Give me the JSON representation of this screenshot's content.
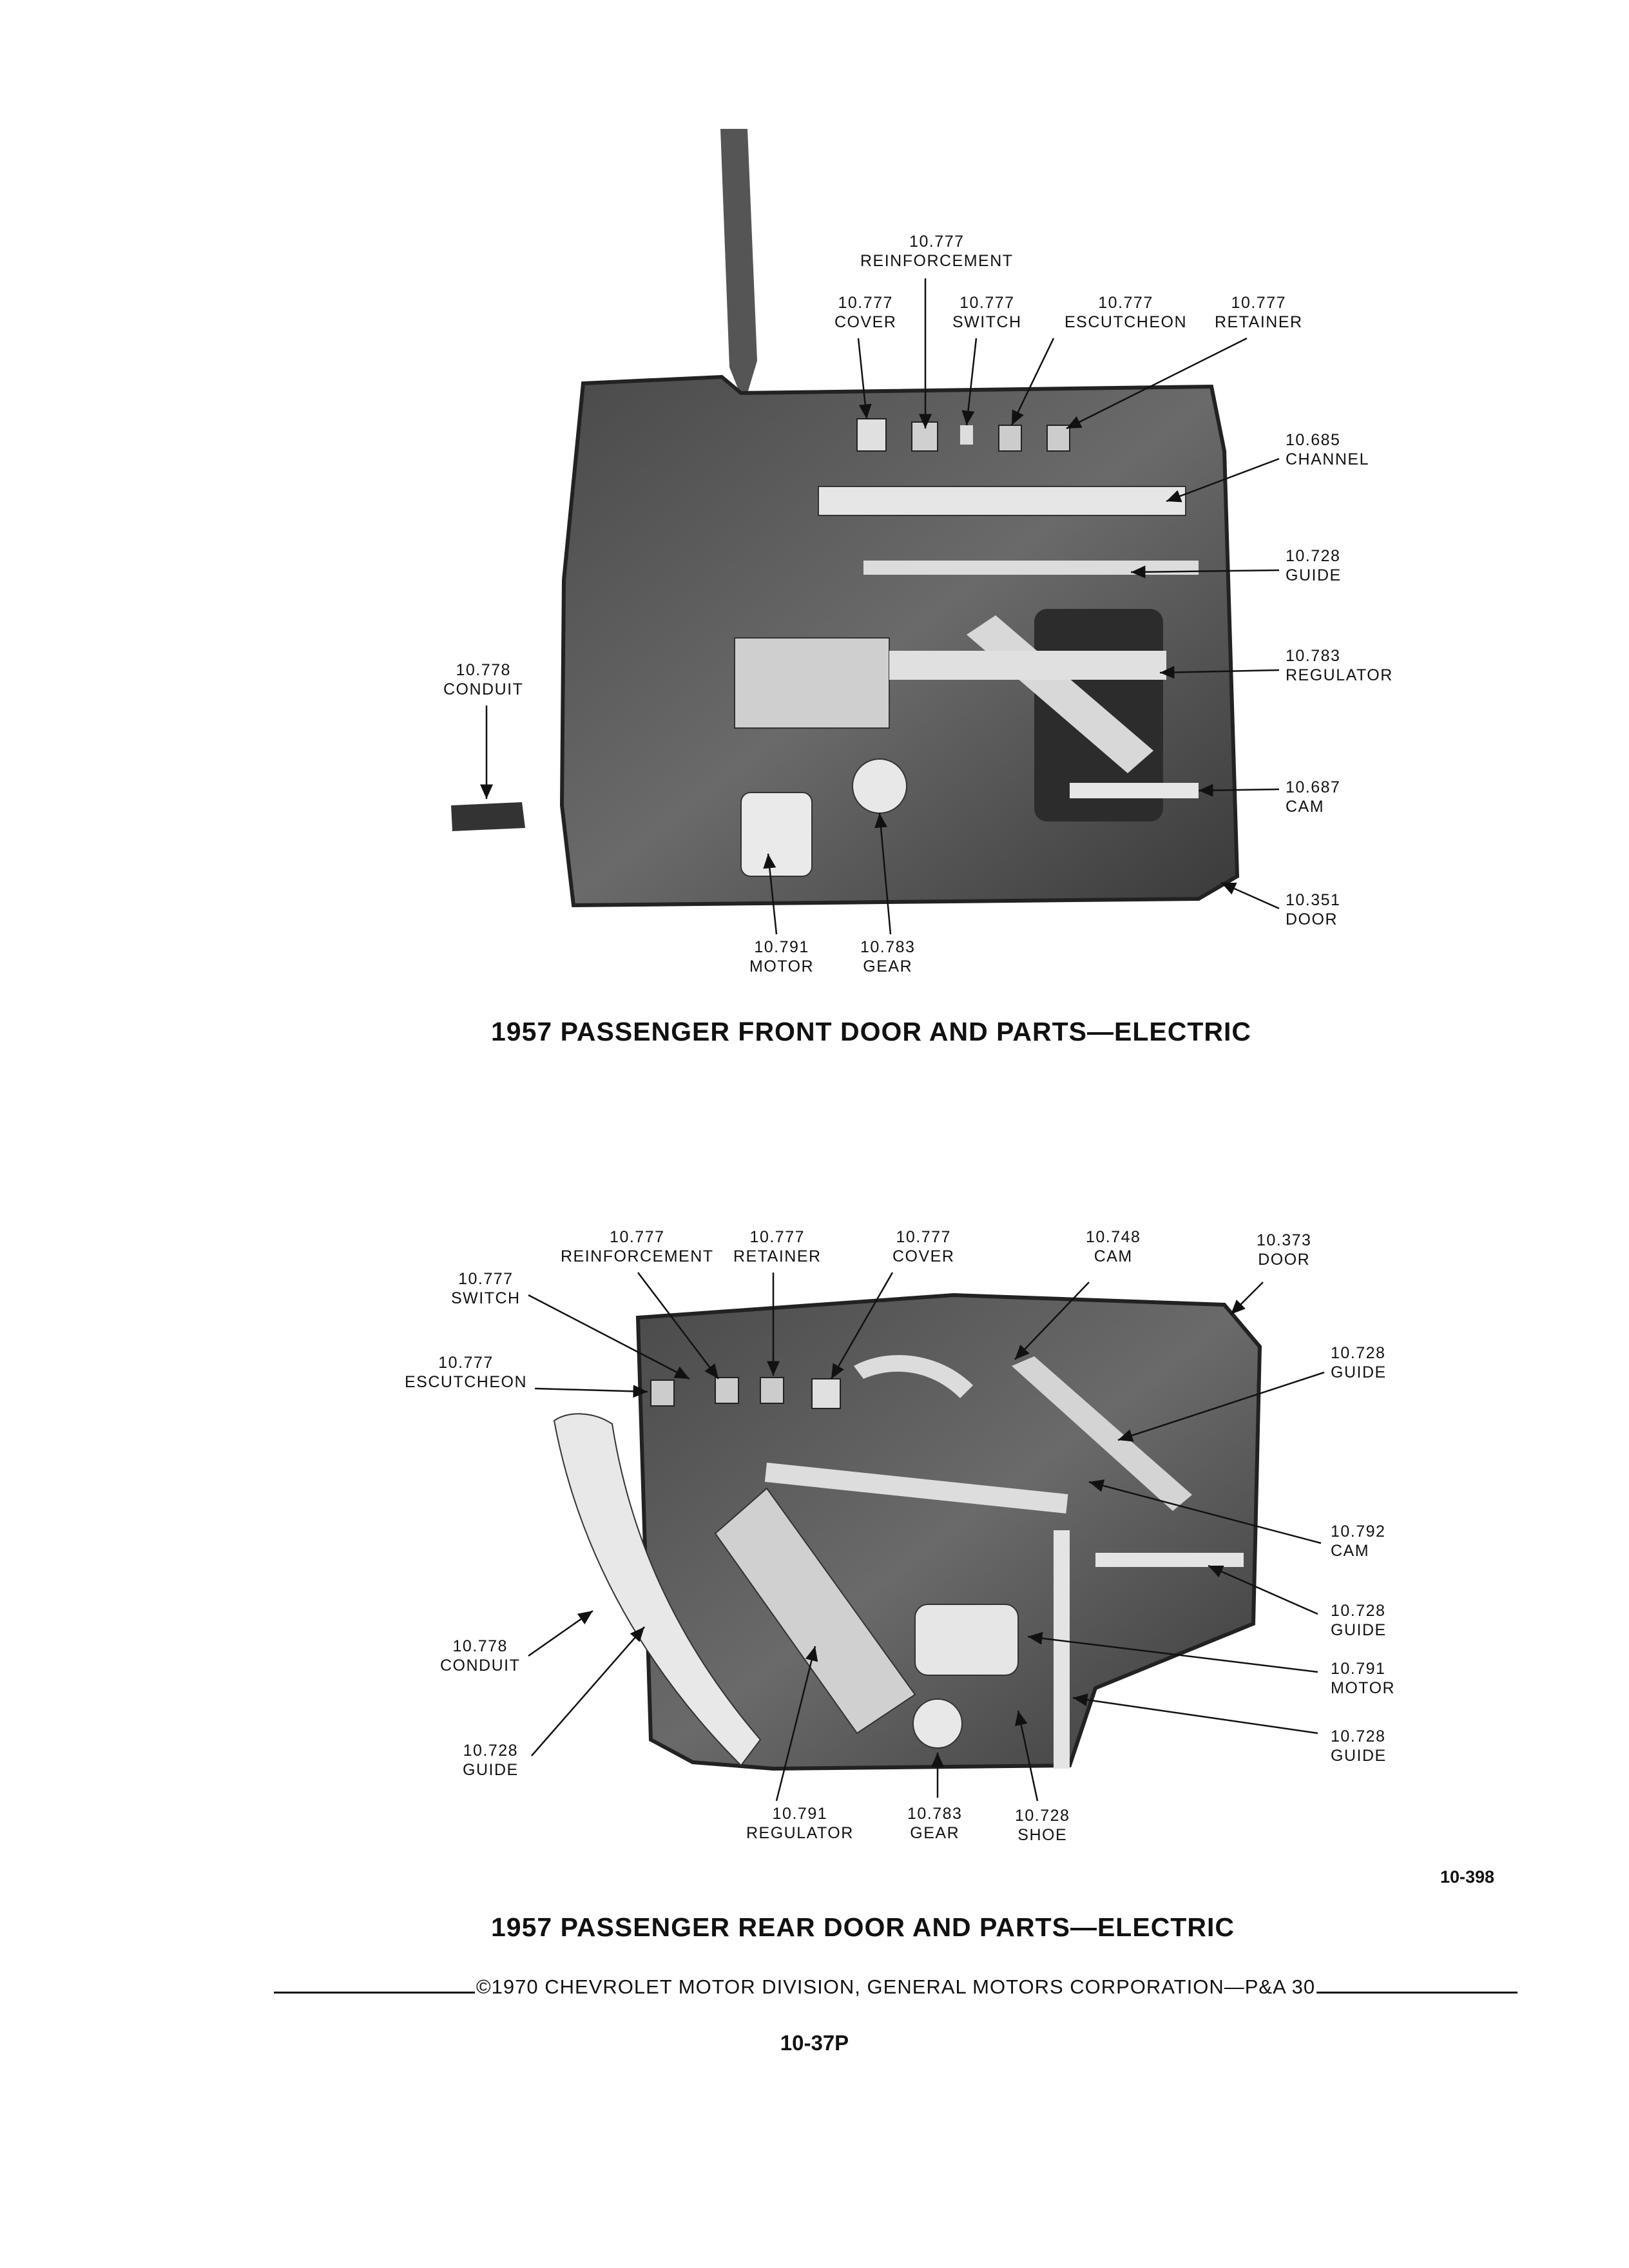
{
  "front_figure": {
    "caption": "1957 PASSENGER FRONT DOOR AND PARTS—ELECTRIC",
    "callouts": {
      "reinforcement": {
        "number": "10.777",
        "name": "REINFORCEMENT"
      },
      "cover": {
        "number": "10.777",
        "name": "COVER"
      },
      "switch": {
        "number": "10.777",
        "name": "SWITCH"
      },
      "escutcheon": {
        "number": "10.777",
        "name": "ESCUTCHEON"
      },
      "retainer": {
        "number": "10.777",
        "name": "RETAINER"
      },
      "channel": {
        "number": "10.685",
        "name": "CHANNEL"
      },
      "guide": {
        "number": "10.728",
        "name": "GUIDE"
      },
      "regulator": {
        "number": "10.783",
        "name": "REGULATOR"
      },
      "conduit": {
        "number": "10.778",
        "name": "CONDUIT"
      },
      "cam": {
        "number": "10.687",
        "name": "CAM"
      },
      "door": {
        "number": "10.351",
        "name": "DOOR"
      },
      "motor": {
        "number": "10.791",
        "name": "MOTOR"
      },
      "gear": {
        "number": "10.783",
        "name": "GEAR"
      }
    }
  },
  "rear_figure": {
    "caption": "1957 PASSENGER REAR DOOR AND PARTS—ELECTRIC",
    "figure_number": "10-398",
    "callouts": {
      "reinforcement": {
        "number": "10.777",
        "name": "REINFORCEMENT"
      },
      "retainer": {
        "number": "10.777",
        "name": "RETAINER"
      },
      "cover": {
        "number": "10.777",
        "name": "COVER"
      },
      "cam_upper": {
        "number": "10.748",
        "name": "CAM"
      },
      "door": {
        "number": "10.373",
        "name": "DOOR"
      },
      "switch": {
        "number": "10.777",
        "name": "SWITCH"
      },
      "escutcheon": {
        "number": "10.777",
        "name": "ESCUTCHEON"
      },
      "guide_upper": {
        "number": "10.728",
        "name": "GUIDE"
      },
      "cam_lower": {
        "number": "10.792",
        "name": "CAM"
      },
      "guide_mid": {
        "number": "10.728",
        "name": "GUIDE"
      },
      "motor": {
        "number": "10.791",
        "name": "MOTOR"
      },
      "guide_lower_right": {
        "number": "10.728",
        "name": "GUIDE"
      },
      "conduit": {
        "number": "10.778",
        "name": "CONDUIT"
      },
      "guide_lower_left": {
        "number": "10.728",
        "name": "GUIDE"
      },
      "regulator": {
        "number": "10.791",
        "name": "REGULATOR"
      },
      "gear": {
        "number": "10.783",
        "name": "GEAR"
      },
      "shoe": {
        "number": "10.728",
        "name": "SHOE"
      }
    }
  },
  "footer": {
    "copyright": "©1970 CHEVROLET MOTOR DIVISION, GENERAL MOTORS CORPORATION—P&A 30",
    "page_number": "10-37P"
  }
}
